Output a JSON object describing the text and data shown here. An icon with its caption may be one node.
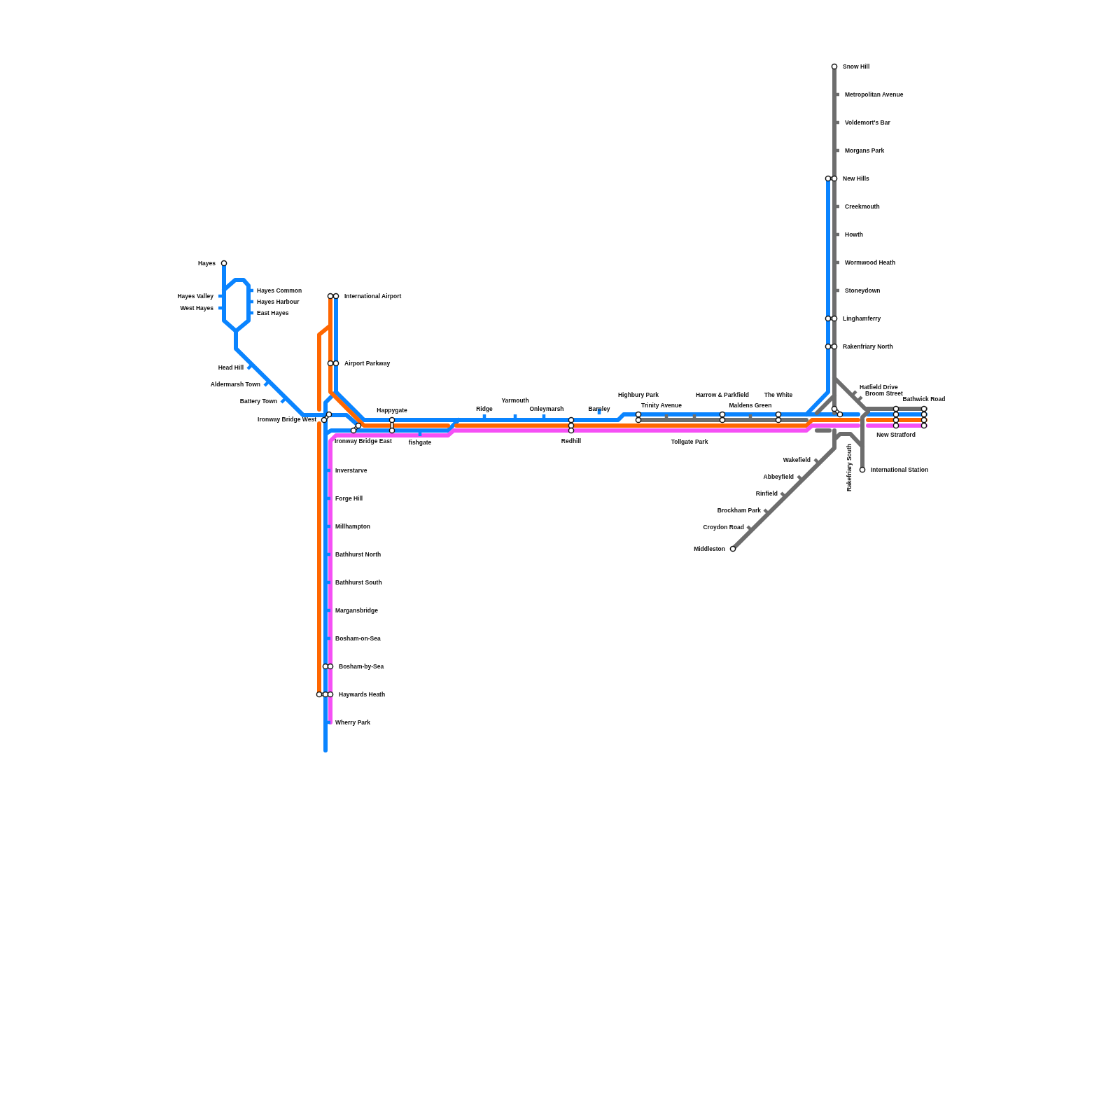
{
  "diagram": {
    "labels": [
      "Snow Hill",
      "Metropolitan Avenue",
      "Voldemort's Bar",
      "Morgans Park",
      "New Hills",
      "Creekmouth",
      "Howth",
      "Hayes",
      "Wormwood Heath",
      "Hayes Common",
      "Stoneydown",
      "Hayes Valley",
      "International Airport",
      "Hayes Harbour",
      "West Hayes",
      "East Hayes",
      "Linghamferry",
      "Rakenfriary North",
      "Airport Parkway",
      "Head Hill",
      "Aldermarsh Town",
      "Hatfield Drive",
      "Broom Street",
      "Highbury Park",
      "Harrow & Parkfield",
      "The White",
      "Bathwick Road",
      "Battery Town",
      "Yarmouth",
      "Trinity Avenue",
      "Maldens Green",
      "Happygate",
      "Ridge",
      "Onleymarsh",
      "Barnley",
      "Ironway Bridge West",
      "New Stratford",
      "Ironway Bridge East",
      "fishgate",
      "Redhill",
      "Tollgate Park",
      "Wakefield",
      "Inverstarve",
      "Rakefriary South",
      "International Station",
      "Abbeyfield",
      "Rinfield",
      "Forge Hill",
      "Brockham Park",
      "Millhampton",
      "Croydon Road",
      "Middleston",
      "Bathhurst North",
      "Bathhurst South",
      "Margansbridge",
      "Bosham-on-Sea",
      "Bosham-by-Sea",
      "Haywards Heath",
      "Wherry Park"
    ]
  }
}
